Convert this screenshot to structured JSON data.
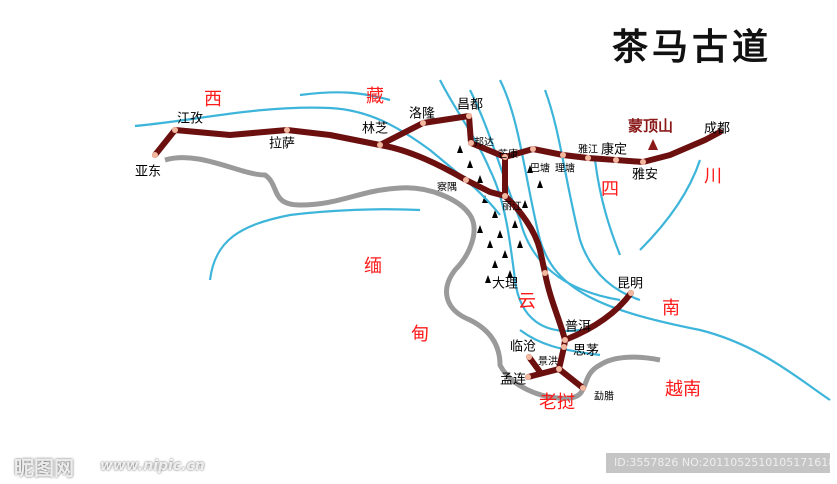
{
  "title": "茶马古道",
  "peak": {
    "name": "蒙顶山"
  },
  "colors": {
    "route": "#6b0f0f",
    "river": "#3db5da",
    "border": "#9a9a9a",
    "region": "#ff1a1a",
    "city_dot": "#f3b8a0"
  },
  "cities": [
    {
      "name": "亚东",
      "size": "n"
    },
    {
      "name": "江孜",
      "size": "n"
    },
    {
      "name": "拉萨",
      "size": "n"
    },
    {
      "name": "林芝",
      "size": "n"
    },
    {
      "name": "洛隆",
      "size": "n"
    },
    {
      "name": "昌都",
      "size": "n"
    },
    {
      "name": "邦达",
      "size": "s"
    },
    {
      "name": "芒康",
      "size": "s"
    },
    {
      "name": "巴塘",
      "size": "s"
    },
    {
      "name": "理塘",
      "size": "s"
    },
    {
      "name": "雅江",
      "size": "s"
    },
    {
      "name": "康定",
      "size": "n"
    },
    {
      "name": "雅安",
      "size": "n"
    },
    {
      "name": "成都",
      "size": "n"
    },
    {
      "name": "察隅",
      "size": "s"
    },
    {
      "name": "丽江",
      "size": "s"
    },
    {
      "name": "大理",
      "size": "n"
    },
    {
      "name": "昆明",
      "size": "n"
    },
    {
      "name": "普洱",
      "size": "n"
    },
    {
      "name": "思茅",
      "size": "n"
    },
    {
      "name": "临沧",
      "size": "n"
    },
    {
      "name": "景洪",
      "size": "s"
    },
    {
      "name": "孟连",
      "size": "n"
    },
    {
      "name": "勐腊",
      "size": "s"
    }
  ],
  "regions": [
    "西",
    "藏",
    "四",
    "川",
    "缅",
    "甸",
    "云",
    "南",
    "老挝",
    "越南"
  ],
  "watermarks": {
    "logo": "昵图网",
    "site": "www.nipic.cn",
    "id": "ID:3557826 NO:20110525101051716185"
  }
}
